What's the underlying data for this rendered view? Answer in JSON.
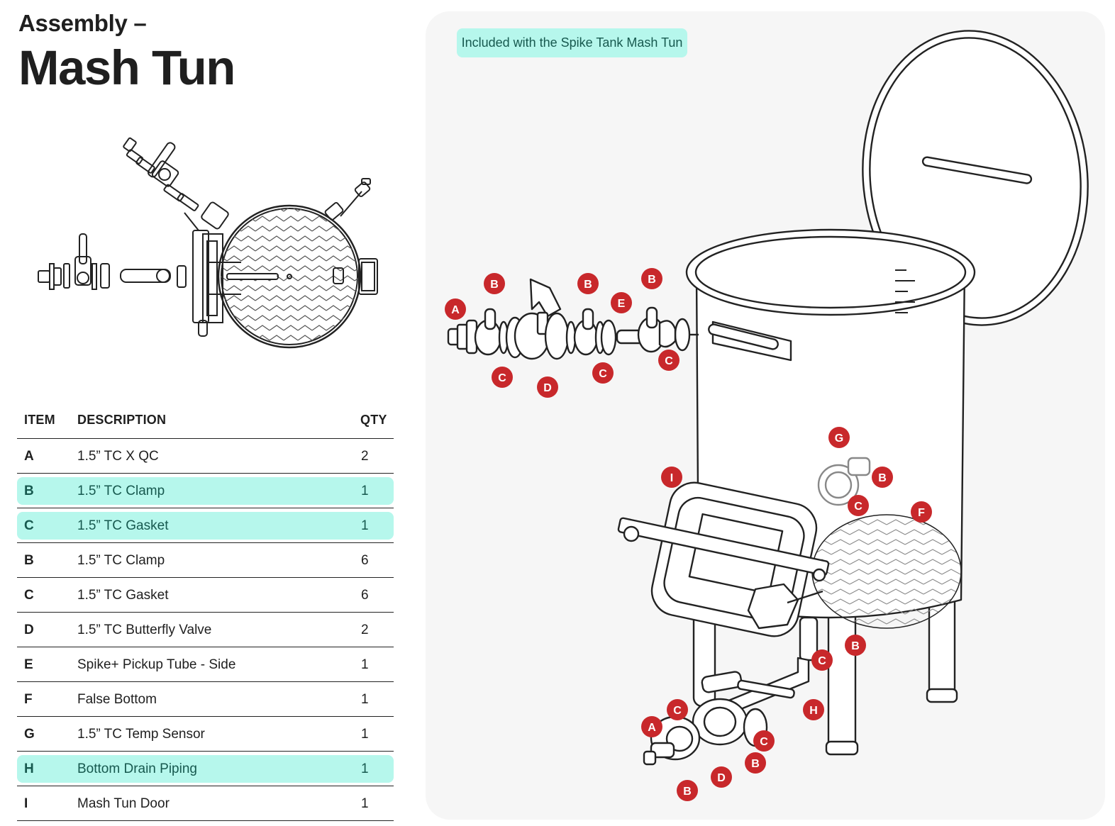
{
  "header": {
    "subtitle": "Assembly –",
    "title": "Mash Tun"
  },
  "table": {
    "headers": {
      "item": "ITEM",
      "description": "DESCRIPTION",
      "qty": "QTY"
    },
    "rows": [
      {
        "item": "A",
        "description": "1.5” TC X QC",
        "qty": "2",
        "highlighted": false
      },
      {
        "item": "B",
        "description": "1.5” TC Clamp",
        "qty": "1",
        "highlighted": true
      },
      {
        "item": "C",
        "description": "1.5” TC Gasket",
        "qty": "1",
        "highlighted": true
      },
      {
        "item": "B",
        "description": "1.5” TC Clamp",
        "qty": "6",
        "highlighted": false
      },
      {
        "item": "C",
        "description": "1.5” TC Gasket",
        "qty": "6",
        "highlighted": false
      },
      {
        "item": "D",
        "description": "1.5” TC Butterfly Valve",
        "qty": "2",
        "highlighted": false
      },
      {
        "item": "E",
        "description": "Spike+ Pickup Tube - Side",
        "qty": "1",
        "highlighted": false
      },
      {
        "item": "F",
        "description": "False Bottom",
        "qty": "1",
        "highlighted": false
      },
      {
        "item": "G",
        "description": "1.5” TC Temp Sensor",
        "qty": "1",
        "highlighted": false
      },
      {
        "item": "H",
        "description": "Bottom Drain Piping",
        "qty": "1",
        "highlighted": true
      },
      {
        "item": "I",
        "description": "Mash Tun Door",
        "qty": "1",
        "highlighted": false
      }
    ]
  },
  "diagram": {
    "note": "Included with the Spike Tank Mash Tun",
    "callouts": [
      "A",
      "B",
      "C",
      "D",
      "B",
      "C",
      "E",
      "B",
      "C",
      "G",
      "B",
      "C",
      "F",
      "I",
      "B",
      "C",
      "H",
      "C",
      "A",
      "C",
      "D",
      "B",
      "B"
    ],
    "colors": {
      "marker": "#c8282b",
      "highlight": "#b6f7ec",
      "highlight_text": "#17594f",
      "panel": "#f6f6f6"
    }
  }
}
